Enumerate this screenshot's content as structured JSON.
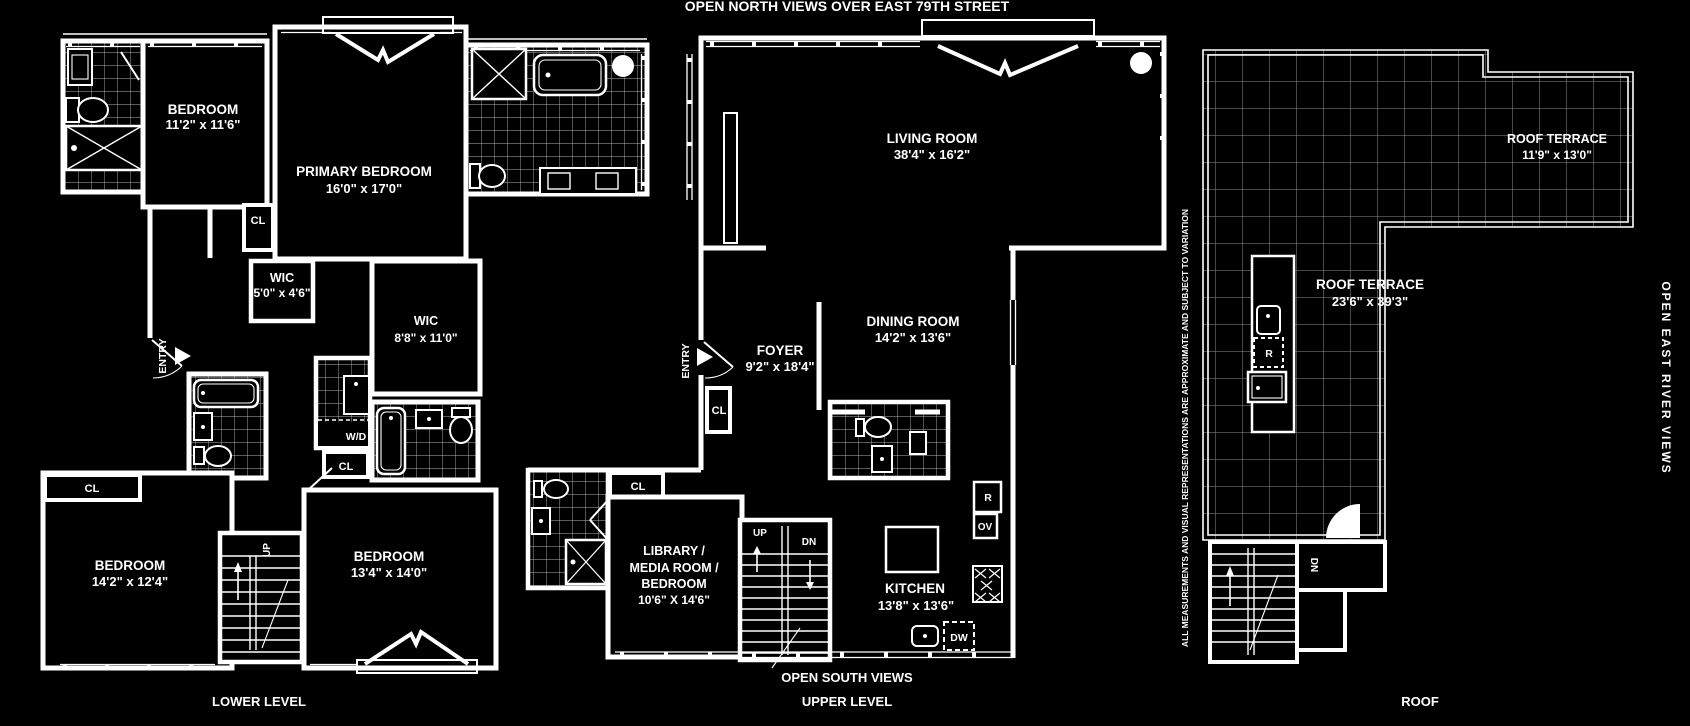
{
  "title": "OPEN NORTH VIEWS OVER EAST 79TH STREET",
  "colors": {
    "background": "#000000",
    "lines": "#ffffff"
  },
  "footers": {
    "lower": "LOWER LEVEL",
    "open_south": "OPEN SOUTH VIEWS",
    "upper": "UPPER LEVEL",
    "roof": "ROOF"
  },
  "annotations": {
    "east_river": "OPEN EAST RIVER VIEWS",
    "disclaimer": "ALL MEASUREMENTS AND VISUAL REPRESENTATIONS ARE APPROXIMATE AND SUBJECT TO VARIATION"
  },
  "lower_level": {
    "bedroom1": {
      "name": "BEDROOM",
      "dims": "11'2\" x 11'6\""
    },
    "primary_bedroom": {
      "name": "PRIMARY BEDROOM",
      "dims": "16'0\" x 17'0\""
    },
    "wic_small": {
      "name": "WIC",
      "dims": "5'0\" x 4'6\""
    },
    "wic_large": {
      "name": "WIC",
      "dims": "8'8\" x 11'0\""
    },
    "bedroom2": {
      "name": "BEDROOM",
      "dims": "14'2\" x 12'4\""
    },
    "bedroom3": {
      "name": "BEDROOM",
      "dims": "13'4\" x 14'0\""
    },
    "entry": "ENTRY",
    "up": "UP",
    "closet1": "CL",
    "washer_dryer": "W/D",
    "closet2": "CL",
    "closet3": "CL"
  },
  "upper_level": {
    "living_room": {
      "name": "LIVING ROOM",
      "dims": "38'4\" x 16'2\""
    },
    "dining_room": {
      "name": "DINING ROOM",
      "dims": "14'2\" x 13'6\""
    },
    "foyer": {
      "name": "FOYER",
      "dims": "9'2\" x 18'4\""
    },
    "library": {
      "line1": "LIBRARY /",
      "line2": "MEDIA ROOM /",
      "line3": "BEDROOM",
      "dims": "10'6\" X 14'6\""
    },
    "kitchen": {
      "name": "KITCHEN",
      "dims": "13'8\" x 13'6\""
    },
    "entry": "ENTRY",
    "closet1": "CL",
    "closet2": "CL",
    "up": "UP",
    "dn": "DN",
    "refrigerator": "R",
    "oven": "OV",
    "dishwasher": "DW"
  },
  "roof": {
    "terrace_upper": {
      "name": "ROOF TERRACE",
      "dims": "11'9\" x 13'0\""
    },
    "terrace_main": {
      "name": "ROOF TERRACE",
      "dims": "23'6\" x 39'3\""
    },
    "refrigerator": "R",
    "dn": "DN"
  }
}
